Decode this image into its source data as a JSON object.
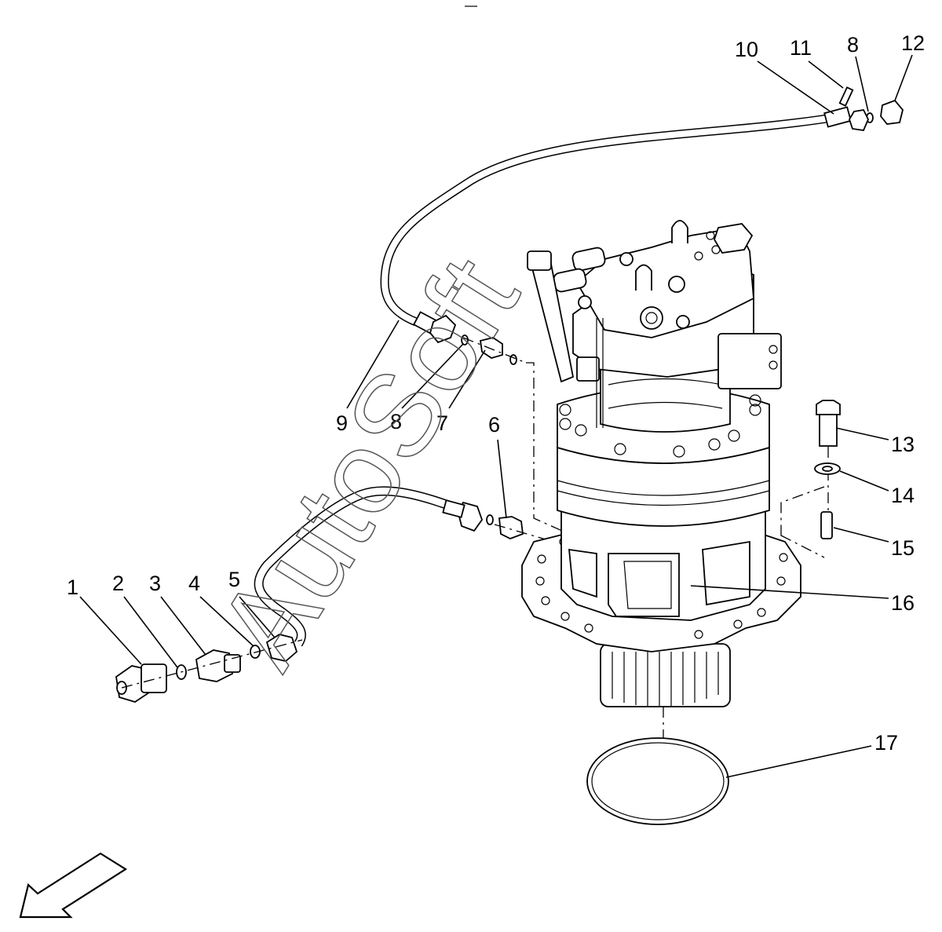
{
  "watermark": "AutoSoft",
  "callouts": [
    "1",
    "2",
    "3",
    "4",
    "5",
    "6",
    "7",
    "8",
    "8",
    "9",
    "10",
    "11",
    "12",
    "13",
    "14",
    "15",
    "16",
    "17"
  ],
  "icons": {
    "direction": "direction-arrow-icon"
  }
}
